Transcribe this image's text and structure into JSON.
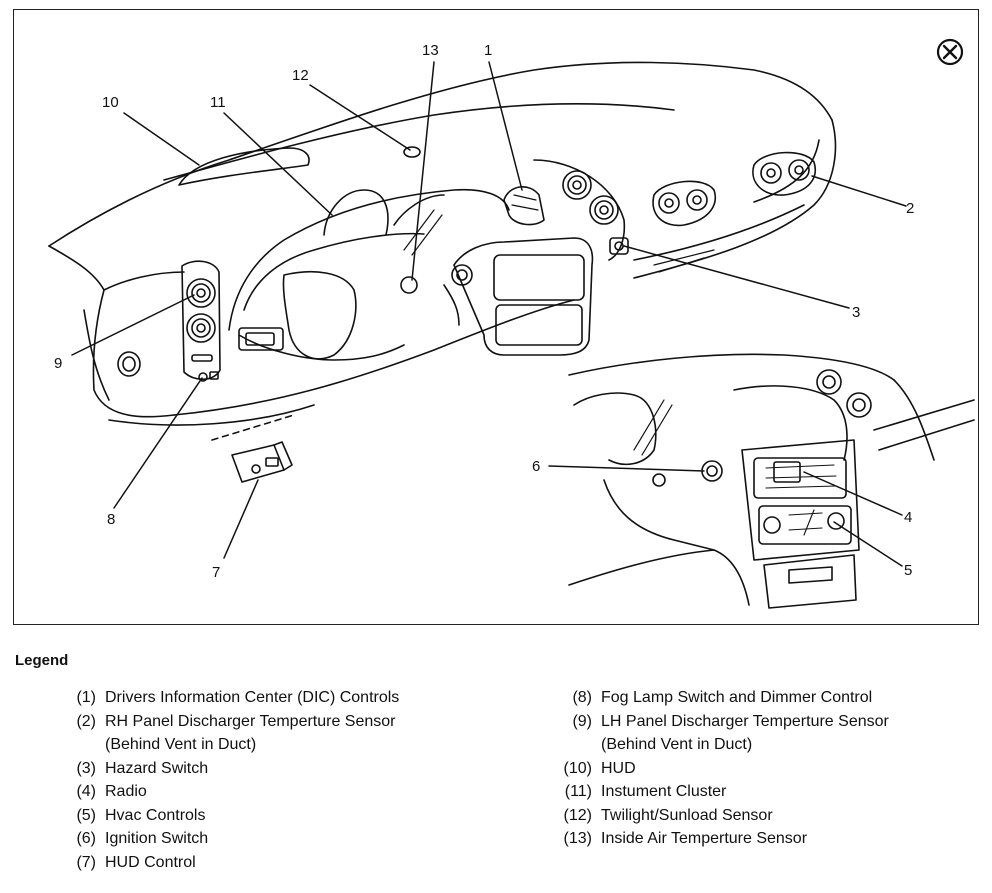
{
  "callouts": {
    "c1": "1",
    "c2": "2",
    "c3": "3",
    "c4": "4",
    "c5": "5",
    "c6": "6",
    "c7": "7",
    "c8": "8",
    "c9": "9",
    "c10": "10",
    "c11": "11",
    "c12": "12",
    "c13": "13"
  },
  "legend": {
    "title": "Legend",
    "left": [
      {
        "num": "(1)",
        "text": "Drivers Information Center (DIC) Controls"
      },
      {
        "num": "(2)",
        "text": "RH Panel Discharger Temperture Sensor",
        "text2": "(Behind Vent in Duct)"
      },
      {
        "num": "(3)",
        "text": "Hazard Switch"
      },
      {
        "num": "(4)",
        "text": "Radio"
      },
      {
        "num": "(5)",
        "text": "Hvac Controls"
      },
      {
        "num": "(6)",
        "text": "Ignition Switch"
      },
      {
        "num": "(7)",
        "text": "HUD Control"
      }
    ],
    "right": [
      {
        "num": "(8)",
        "text": "Fog Lamp Switch and Dimmer Control"
      },
      {
        "num": "(9)",
        "text": "LH Panel Discharger Temperture Sensor",
        "text2": "(Behind Vent in Duct)"
      },
      {
        "num": "(10)",
        "text": "HUD"
      },
      {
        "num": "(11)",
        "text": "Instument Cluster"
      },
      {
        "num": "(12)",
        "text": "Twilight/Sunload Sensor"
      },
      {
        "num": "(13)",
        "text": "Inside Air Temperture Sensor"
      }
    ]
  }
}
